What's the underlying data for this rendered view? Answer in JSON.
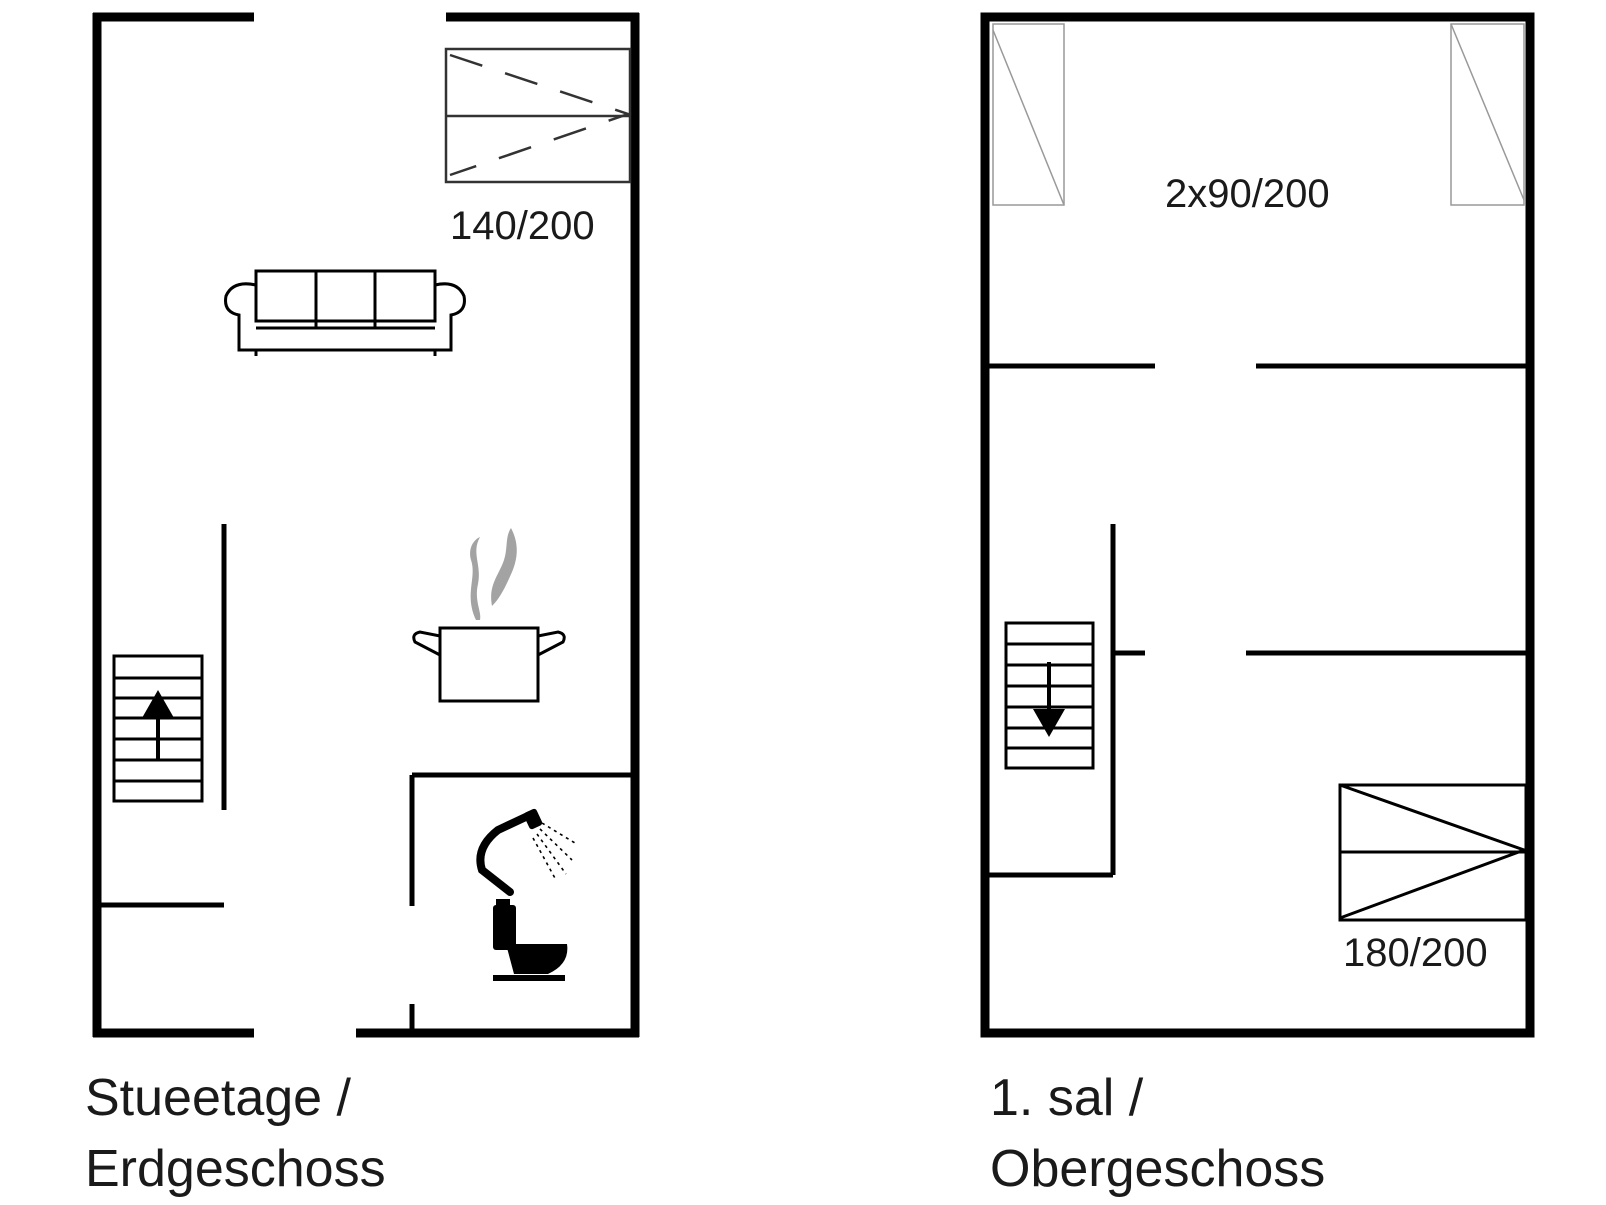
{
  "ground_floor": {
    "bed_label": "140/200",
    "caption_line1": "Stueetage /",
    "caption_line2": "Erdgeschoss",
    "icons": [
      "sofa-icon",
      "cooking-pot-icon",
      "shower-icon",
      "toilet-icon",
      "stairs-up-icon",
      "double-bed-icon"
    ]
  },
  "upper_floor": {
    "beds_top_label": "2x90/200",
    "bed_bottom_label": "180/200",
    "caption_line1": "1. sal /",
    "caption_line2": "Obergeschoss",
    "icons": [
      "single-bed-icon",
      "stairs-down-icon",
      "double-bed-icon"
    ]
  },
  "colors": {
    "wall": "#000000",
    "steam": "#9a9a9a",
    "text": "#1a1a1a"
  }
}
